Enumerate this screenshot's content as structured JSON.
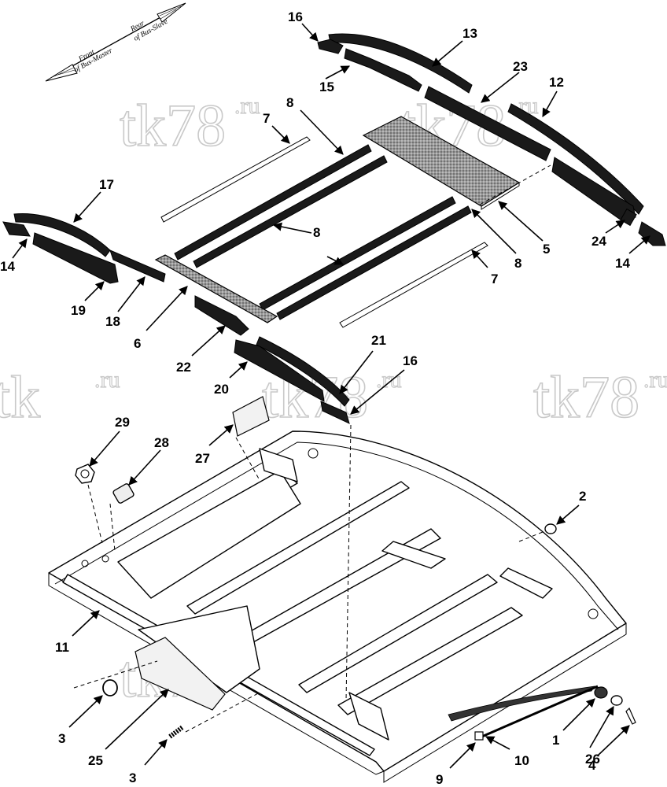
{
  "watermarks": [
    {
      "text": "tk78",
      "sup": ".ru"
    },
    {
      "text": "tk78",
      "sup": ".ru"
    },
    {
      "text": "tk",
      "sup": ""
    },
    {
      "text": "tk78",
      "sup": ".ru"
    },
    {
      "text": "tk78",
      "sup": ".ru"
    },
    {
      "text": "tk78",
      "sup": ".ru"
    },
    {
      "text": "tk78",
      "sup": ".ru"
    }
  ],
  "direction": {
    "front_label_1": "Front",
    "front_label_2": "of Bus-Master",
    "rear_label_1": "Rear",
    "rear_label_2": "of Bus-Slave"
  },
  "callouts": [
    "16",
    "13",
    "15",
    "23",
    "12",
    "8",
    "7",
    "17",
    "14",
    "8",
    "5",
    "19",
    "18",
    "24",
    "14",
    "8",
    "7",
    "6",
    "22",
    "21",
    "16",
    "20",
    "29",
    "28",
    "27",
    "2",
    "11",
    "3",
    "25",
    "3",
    "1",
    "26",
    "4",
    "9",
    "10"
  ]
}
